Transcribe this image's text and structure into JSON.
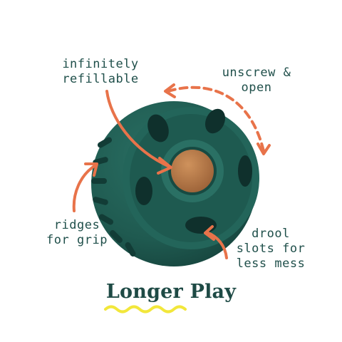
{
  "callouts": {
    "refill": [
      "infinitely",
      "refillable"
    ],
    "unscrew": [
      "unscrew &",
      "open"
    ],
    "ridges": [
      "ridges",
      "for grip"
    ],
    "drool": [
      "drool",
      "slots for",
      "less mess"
    ]
  },
  "headline": "Longer Play",
  "icons": {
    "product": "green-treat-ball-toy",
    "arrows": "orange-hand-drawn-arrow",
    "underline": "yellow-squiggle-underline"
  },
  "colors": {
    "ball": "#1f5a50",
    "arrow": "#e8734a",
    "text": "#1f4f4a",
    "treat": "#b97a4a",
    "underline": "#f2e73b"
  }
}
